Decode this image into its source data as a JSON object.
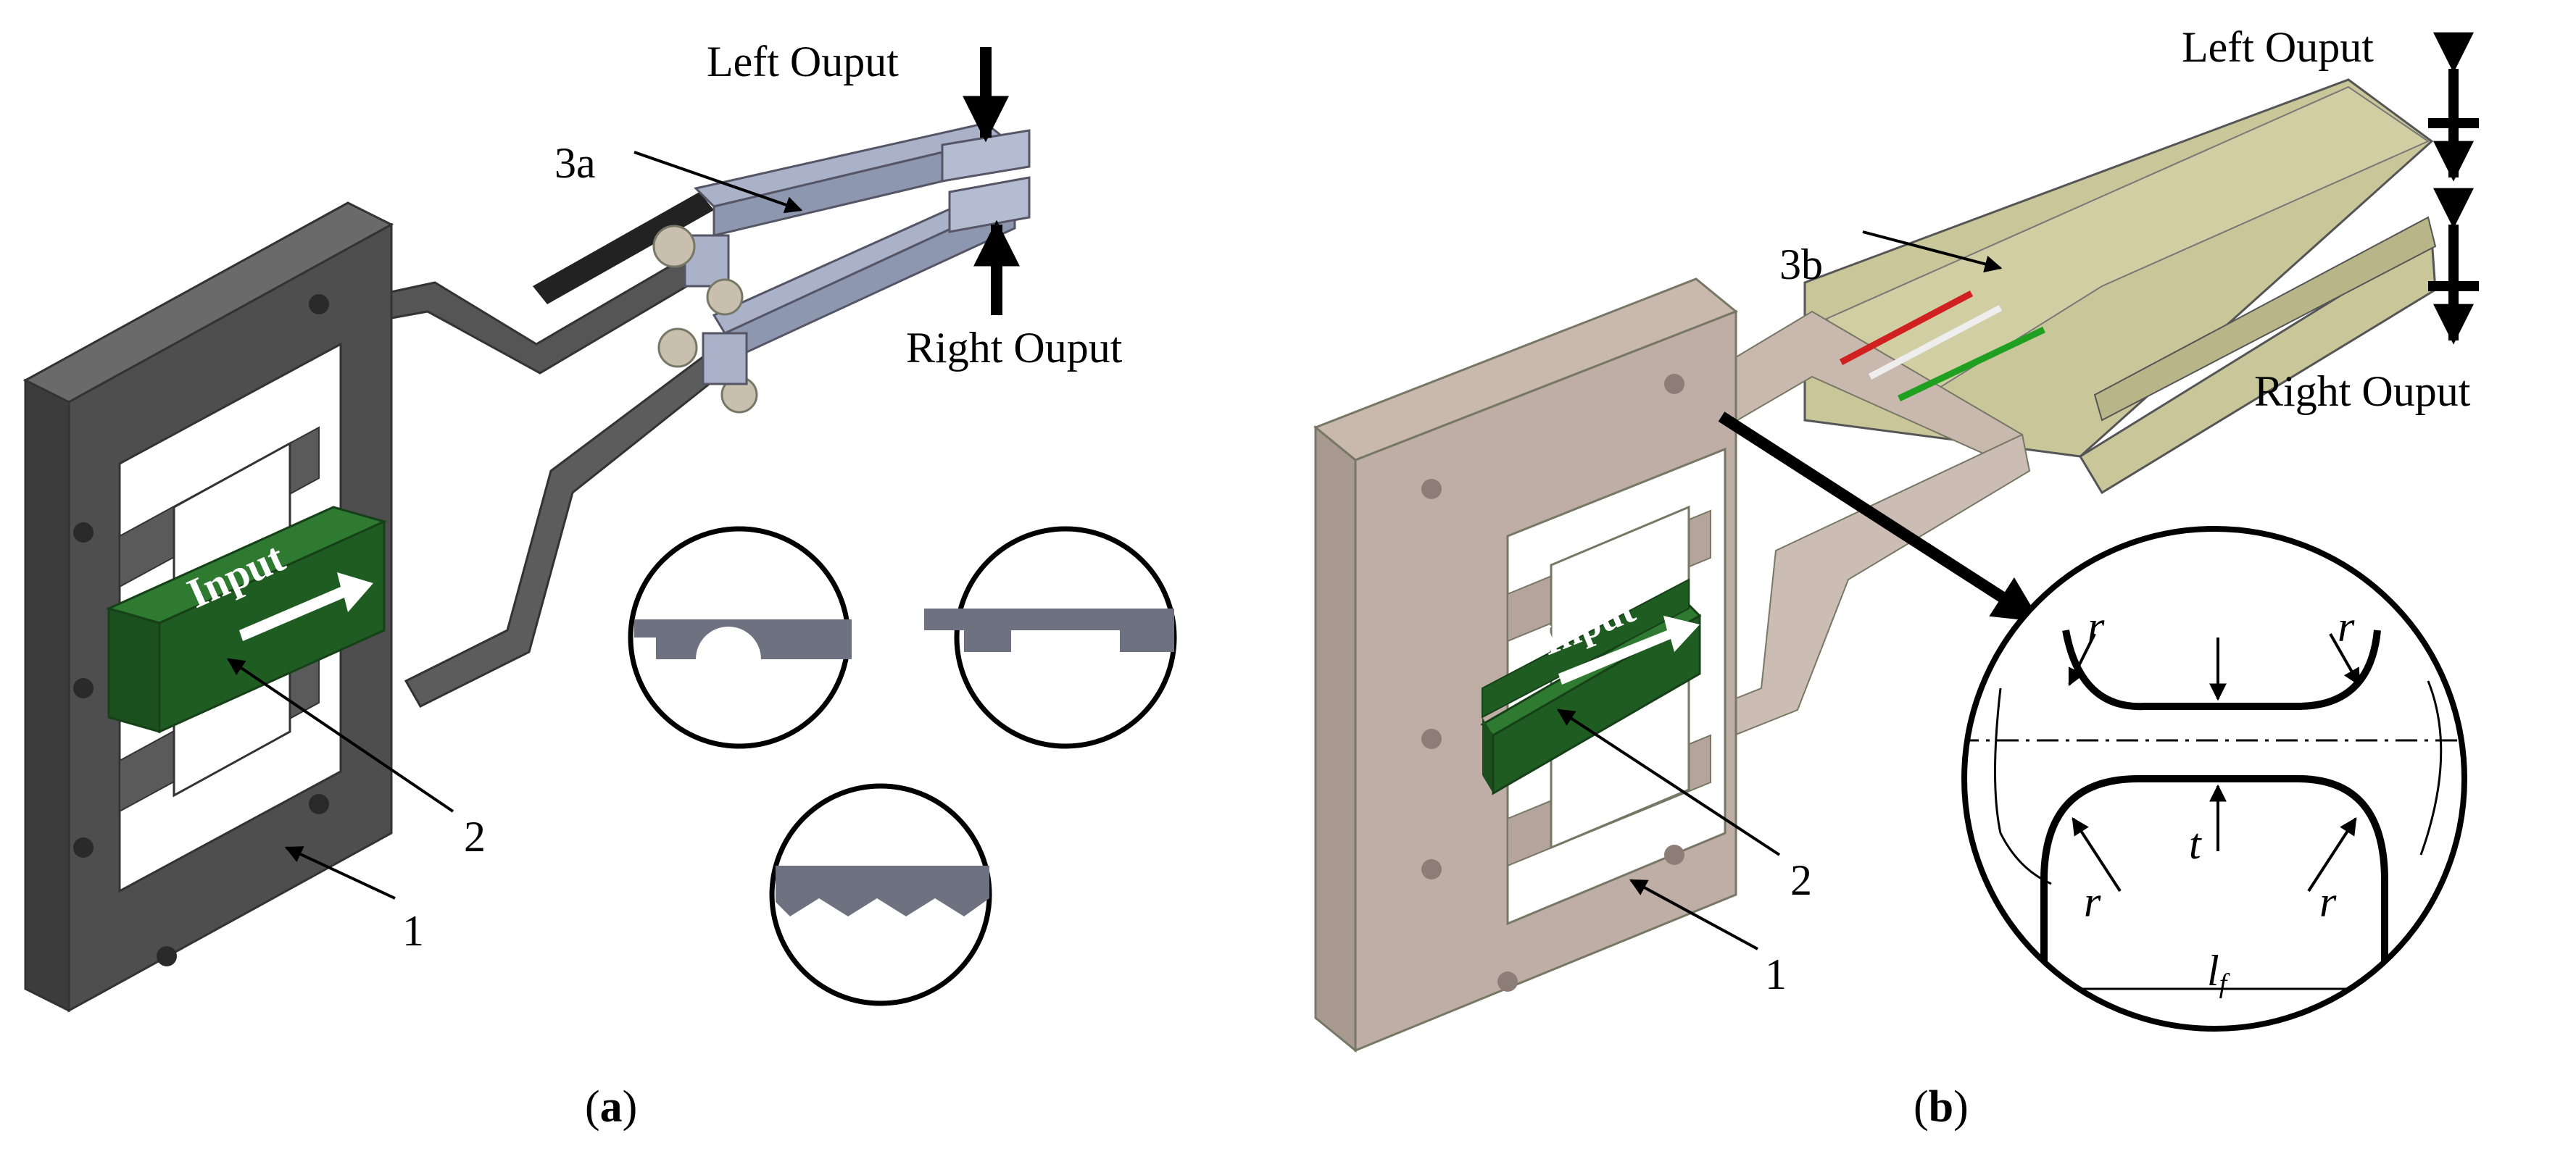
{
  "panel_a": {
    "caption_open": "(",
    "caption_letter": "a",
    "caption_close": ")",
    "input_label": "Input",
    "left_output": "Left Ouput",
    "right_output": "Right Ouput",
    "label_3a": "3a",
    "label_2": "2",
    "label_1": "1"
  },
  "panel_b": {
    "caption_open": "(",
    "caption_letter": "b",
    "caption_close": ")",
    "input_label": "Input",
    "left_output": "Left Ouput",
    "right_output": "Right Ouput",
    "label_3b": "3b",
    "label_2": "2",
    "label_1": "1",
    "detail": {
      "r_left_top": "r",
      "r_right_top": "r",
      "t": "t",
      "r_left": "r",
      "r_right": "r",
      "l": "l",
      "l_sub": "f"
    }
  },
  "colors": {
    "frame_dark": "#4a4a4a",
    "frame_light": "#bdaea5",
    "input_green": "#1f5c22",
    "strip_beam": "#c9c79a",
    "clamp": "#a9b2c9",
    "gauge_red": "#d02020",
    "gauge_green": "#20a020"
  }
}
